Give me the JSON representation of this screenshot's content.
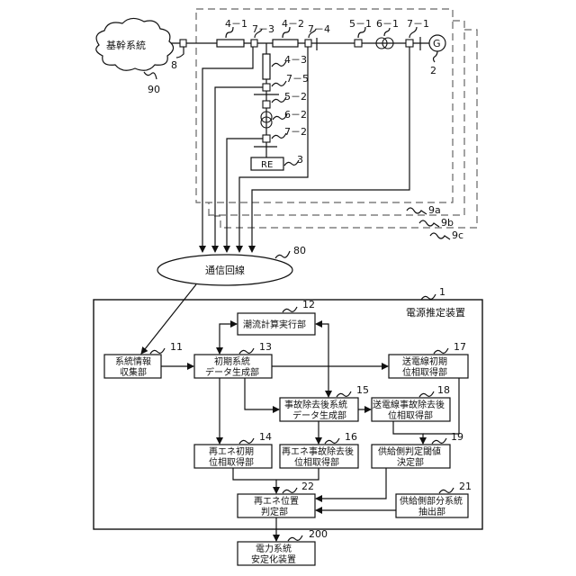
{
  "grid": {
    "label": "基幹系統",
    "ref": "90",
    "connector_ref": "8"
  },
  "network": {
    "lines": [
      {
        "ref": "4－1"
      },
      {
        "ref": "4－2"
      },
      {
        "ref": "4－3"
      }
    ],
    "breakers": [
      {
        "ref": "5－1"
      },
      {
        "ref": "5－2"
      }
    ],
    "transformers": [
      {
        "ref": "6－1"
      },
      {
        "ref": "6－2"
      }
    ],
    "sensors": [
      {
        "ref": "7－1"
      },
      {
        "ref": "7－2"
      },
      {
        "ref": "7－3"
      },
      {
        "ref": "7－4"
      },
      {
        "ref": "7－5"
      }
    ],
    "generator": {
      "symbol": "G",
      "ref": "2"
    },
    "renewable": {
      "label": "RE",
      "ref": "3"
    },
    "regions": [
      {
        "ref": "9a"
      },
      {
        "ref": "9b"
      },
      {
        "ref": "9c"
      }
    ]
  },
  "comm": {
    "label": "通信回線",
    "ref": "80"
  },
  "device": {
    "title": "電源推定装置",
    "ref": "1",
    "blocks": {
      "b11": {
        "line1": "系統情報",
        "line2": "収集部",
        "ref": "11"
      },
      "b12": {
        "line1": "潮流計算実行部",
        "ref": "12"
      },
      "b13": {
        "line1": "初期系統",
        "line2": "データ生成部",
        "ref": "13"
      },
      "b14": {
        "line1": "再エネ初期",
        "line2": "位相取得部",
        "ref": "14"
      },
      "b15": {
        "line1": "事故除去後系統",
        "line2": "データ生成部",
        "ref": "15"
      },
      "b16": {
        "line1": "再エネ事故除去後",
        "line2": "位相取得部",
        "ref": "16"
      },
      "b17": {
        "line1": "送電線初期",
        "line2": "位相取得部",
        "ref": "17"
      },
      "b18": {
        "line1": "送電線事故除去後",
        "line2": "位相取得部",
        "ref": "18"
      },
      "b19": {
        "line1": "供給側判定閾値",
        "line2": "決定部",
        "ref": "19"
      },
      "b21": {
        "line1": "供給側部分系統",
        "line2": "抽出部",
        "ref": "21"
      },
      "b22": {
        "line1": "再エネ位置",
        "line2": "判定部",
        "ref": "22"
      }
    }
  },
  "stabilizer": {
    "line1": "電力系統",
    "line2": "安定化装置",
    "ref": "200"
  }
}
